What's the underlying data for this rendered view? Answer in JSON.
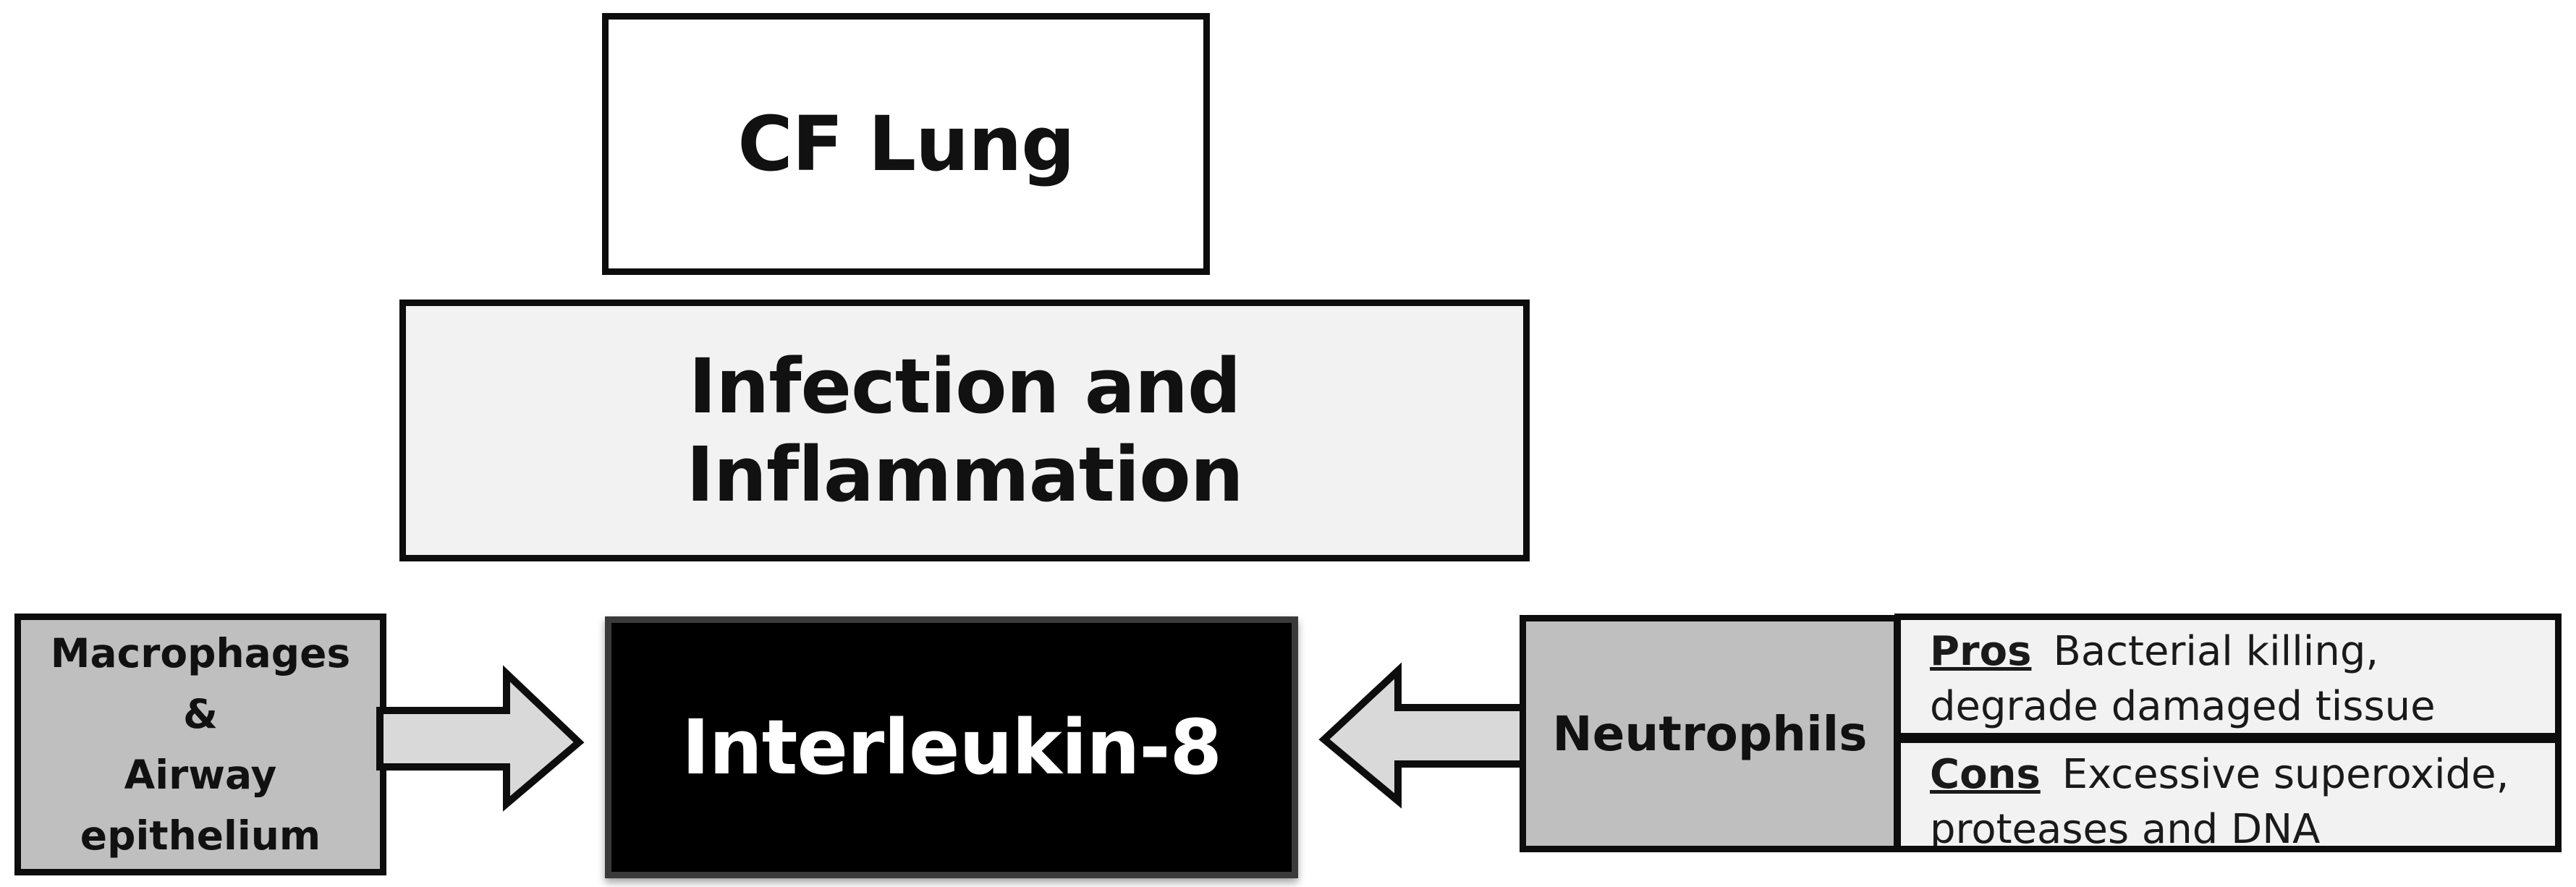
{
  "diagram": {
    "top_box": {
      "label": "CF Lung"
    },
    "middle_box": {
      "label": "Infection and Inflammation"
    },
    "left_box": {
      "lines": [
        "Macrophages",
        "&",
        "Airway",
        "epithelium"
      ]
    },
    "center_box": {
      "label": "Interleukin-8"
    },
    "right_box": {
      "label": "Neutrophils"
    },
    "pros": {
      "tag": "Pros",
      "text_line1": "Bacterial killing,",
      "text_line2": "degrade damaged tissue"
    },
    "cons": {
      "tag": "Cons",
      "text_line1": "Excessive superoxide,",
      "text_line2": "proteases and DNA"
    }
  },
  "colors": {
    "border": "#0d0d0d",
    "gray_fill": "#bfbfbf",
    "light_fill": "#f2f2f2",
    "center_fill": "#000000",
    "center_text": "#ffffff"
  }
}
